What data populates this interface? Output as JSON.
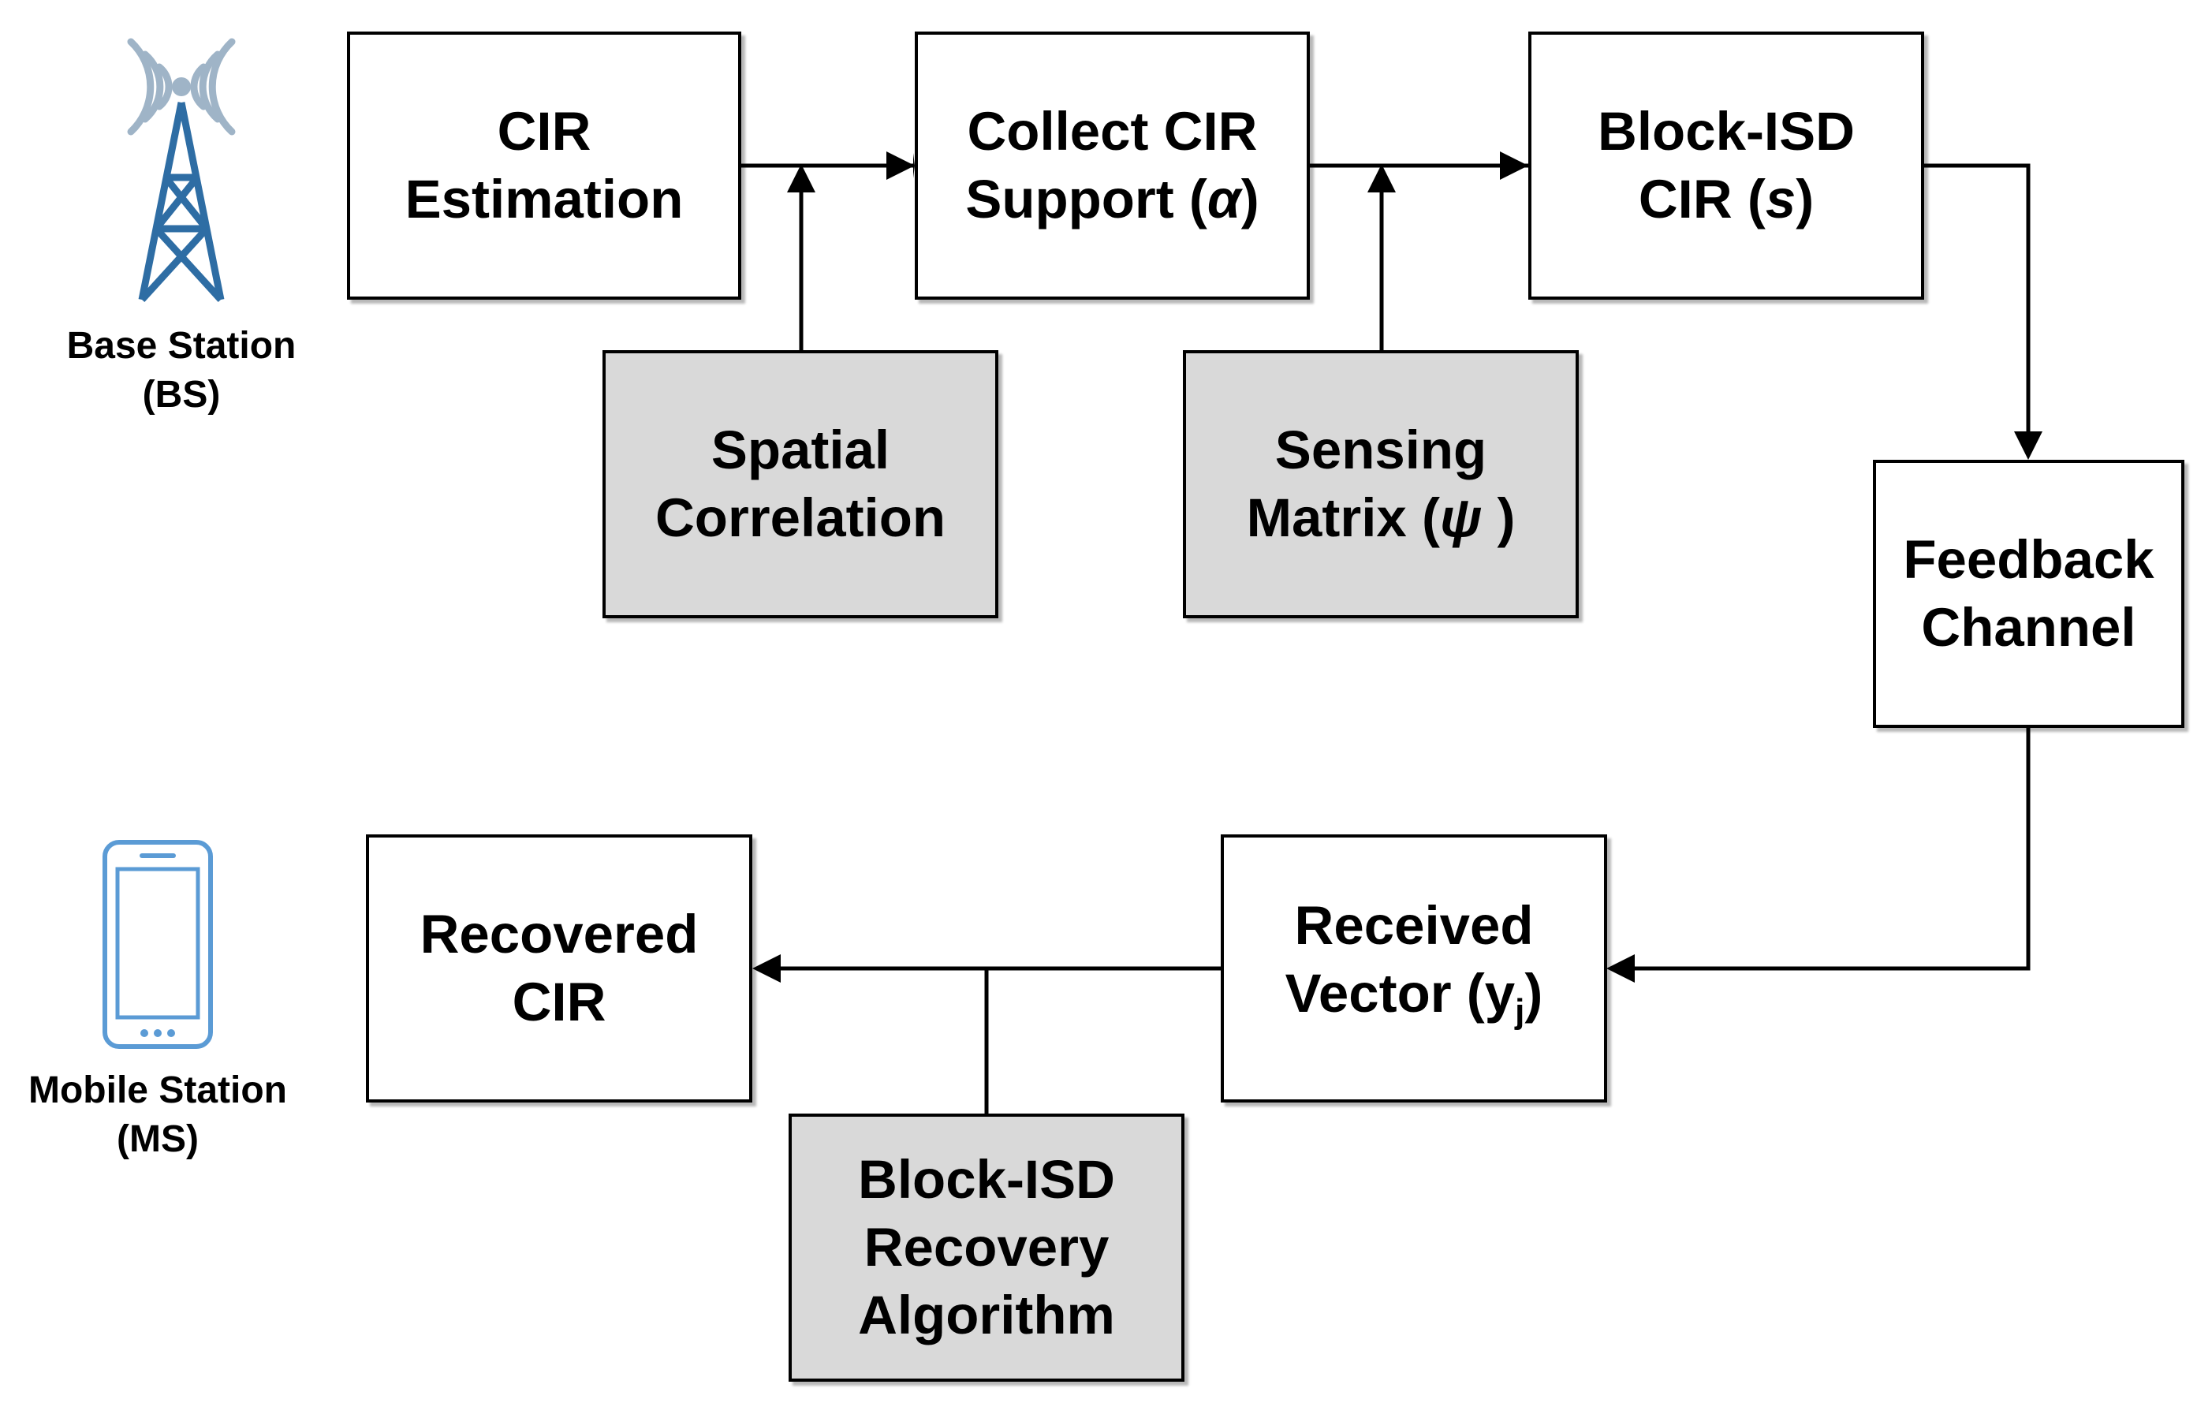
{
  "base_station": {
    "label_line1": "Base Station",
    "label_line2": "(BS)",
    "icon": "antenna-tower-icon"
  },
  "mobile_station": {
    "label_line1": "Mobile Station",
    "label_line2": "(MS)",
    "icon": "mobile-phone-icon"
  },
  "blocks": {
    "cir_estimation": {
      "line1": "CIR",
      "line2": "Estimation"
    },
    "collect_support": {
      "line1": "Collect CIR",
      "line2_pre": "Support (",
      "line2_sym": "α",
      "line2_post": ")"
    },
    "block_isd_cir": {
      "line1": "Block-ISD",
      "line2_pre": "CIR (",
      "line2_sym": "s",
      "line2_post": ")"
    },
    "spatial_correlation": {
      "line1": "Spatial",
      "line2": "Correlation"
    },
    "sensing_matrix": {
      "line1": "Sensing",
      "line2_pre": "Matrix (",
      "line2_sym": "ψ",
      "line2_post": " )"
    },
    "feedback_channel": {
      "line1": "Feedback",
      "line2": "Channel"
    },
    "received_vector": {
      "line1": "Received",
      "line2_pre": "Vector (y",
      "line2_sub": "j",
      "line2_post": ")"
    },
    "recovered_cir": {
      "line1": "Recovered",
      "line2": "CIR"
    },
    "recovery_algorithm": {
      "line1": "Block-ISD",
      "line2": "Recovery",
      "line3": "Algorithm"
    }
  },
  "colors": {
    "box_fill": "#ffffff",
    "input_box_fill": "#d9d9d9",
    "stroke": "#000000",
    "tower_blue": "#2e6da4",
    "signal_grey": "#9fb4c7",
    "phone_blue": "#5b9bd5"
  }
}
